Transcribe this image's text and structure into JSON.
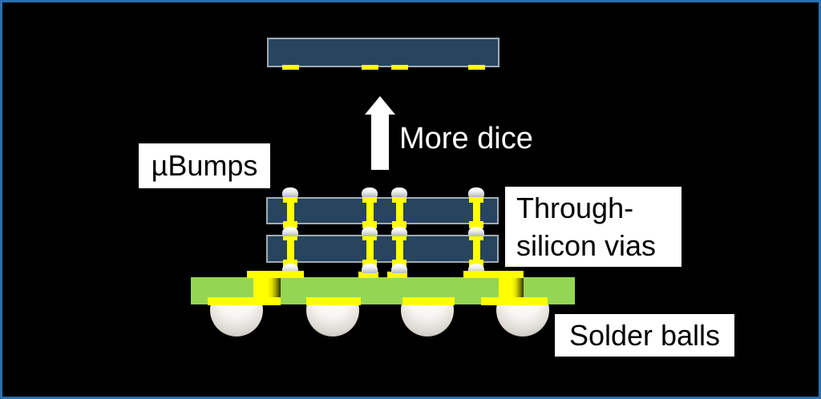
{
  "labels": {
    "ubumps": "µBumps",
    "more_dice": "More dice",
    "tsv_line1": "Through-",
    "tsv_line2": "silicon vias",
    "solder_balls": "Solder balls"
  },
  "colors": {
    "background": "#000000",
    "frame_border": "#2b70b4",
    "die_fill": "#27455f",
    "die_border": "#a3abb3",
    "via_yellow": "#ffff00",
    "substrate_green": "#94d653",
    "microbump_light": "#ffffff",
    "microbump_dark": "#b4b8be",
    "solder_ball_light": "#ffffff",
    "solder_ball_dark": "#b2afa8",
    "arrow": "#ffffff",
    "label_background": "#ffffff",
    "label_text": "#000000"
  },
  "diagram": {
    "top_die": {
      "pad_count": 4
    },
    "die_stack": {
      "die_count": 2,
      "tsv_per_die": 4,
      "microbump_rows": 3
    },
    "substrate": {
      "through_via_count": 2,
      "top_pad_count": 2,
      "ball_pad_count": 4
    },
    "solder_ball_count": 4
  }
}
